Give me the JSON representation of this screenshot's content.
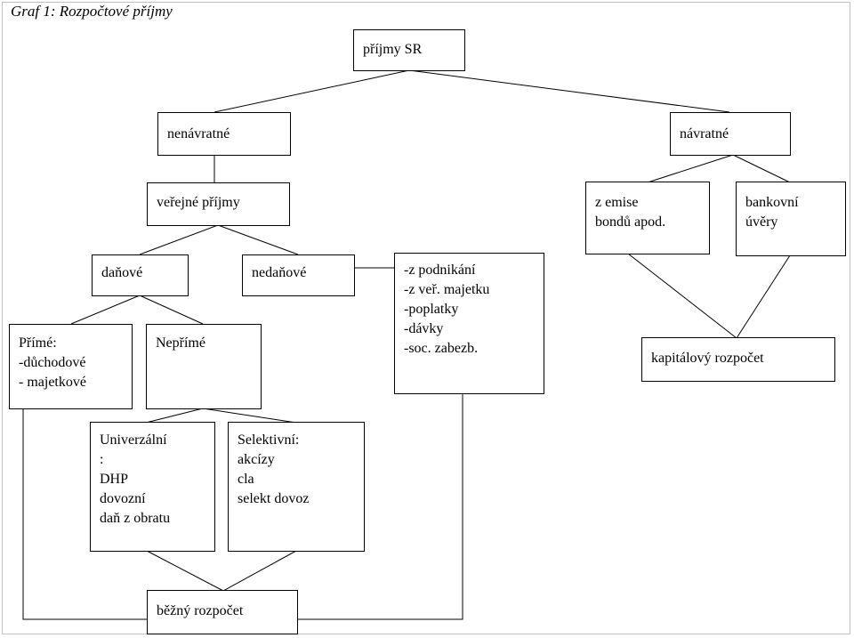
{
  "title": "Graf 1: Rozpočtové příjmy",
  "nodes": {
    "prijmy_sr": [
      "příjmy SR"
    ],
    "nenavratne": [
      "nenávratné"
    ],
    "navratne": [
      "návratné"
    ],
    "verejne_prijmy": [
      "veřejné příjmy"
    ],
    "danove": [
      "daňové"
    ],
    "nedanove": [
      "nedaňové"
    ],
    "nedanove_zdroje": [
      "-z podnikání",
      "-z veř. majetku",
      "-poplatky",
      "-dávky",
      "-soc. zabezb."
    ],
    "z_emise": [
      "z emise",
      "bondů apod."
    ],
    "bankovni": [
      "bankovní",
      "úvěry"
    ],
    "kapitalovy": [
      "kapitálový rozpočet"
    ],
    "prime": [
      "Přímé:",
      "-důchodové",
      "- majetkové"
    ],
    "neprime": [
      "Nepřímé"
    ],
    "univerzalni": [
      "Univerzální",
      ":",
      "DHP",
      "dovozní",
      "daň z obratu"
    ],
    "selektivni": [
      "Selektivní:",
      "akcízy",
      "cla",
      "selekt dovoz"
    ],
    "bezny": [
      "běžný rozpočet"
    ]
  }
}
